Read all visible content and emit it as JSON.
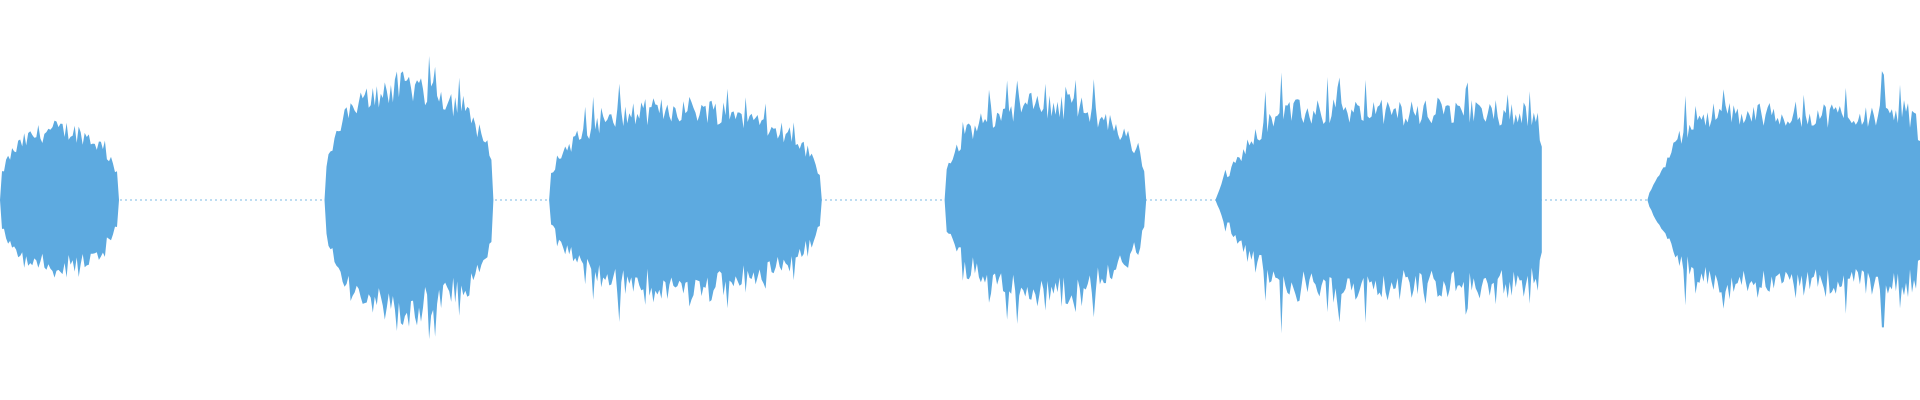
{
  "waveform": {
    "color": "#5DAAE0",
    "background": "#FFFFFF",
    "segments": [
      {
        "start": 0.0,
        "end": 0.062,
        "level": 0.36,
        "fade_in": false
      },
      {
        "start": 0.169,
        "end": 0.257,
        "level": 0.58,
        "fade_in": false
      },
      {
        "start": 0.286,
        "end": 0.428,
        "level": 0.47,
        "fade_in": false
      },
      {
        "start": 0.492,
        "end": 0.597,
        "level": 0.49,
        "fade_in": false
      },
      {
        "start": 0.633,
        "end": 0.803,
        "level": 0.45,
        "fade_in": true
      },
      {
        "start": 0.858,
        "end": 1.0,
        "level": 0.44,
        "fade_in": true
      }
    ],
    "silence_level": 0.01
  }
}
